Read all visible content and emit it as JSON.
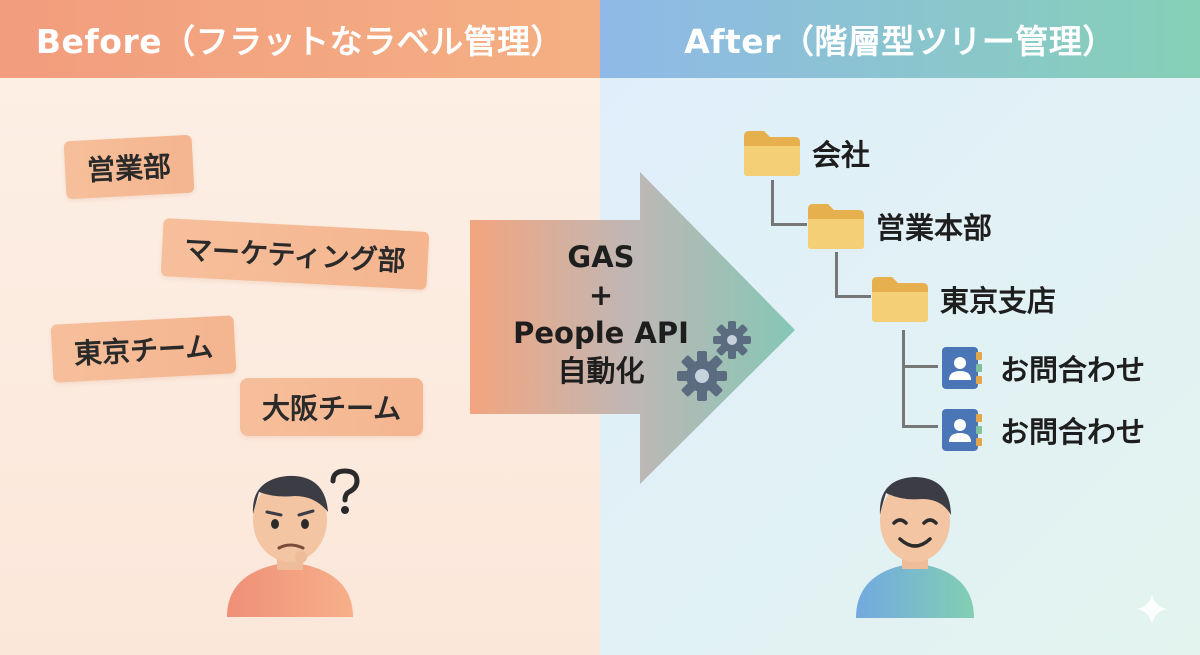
{
  "header": {
    "before_title": "Before（フラットなラベル管理）",
    "after_title": "After（階層型ツリー管理）"
  },
  "before": {
    "tags": [
      "営業部",
      "マーケティング部",
      "東京チーム",
      "大阪チーム"
    ]
  },
  "process": {
    "line1": "GAS",
    "line2": "+",
    "line3": "People API",
    "line4": "自動化"
  },
  "after": {
    "tree": {
      "root": "会社",
      "level1": "営業本部",
      "level2": "東京支店",
      "contacts": [
        "お問合わせ",
        "お問合わせ"
      ]
    }
  },
  "icons": {
    "folder": "folder-icon",
    "contact": "contact-book-icon",
    "gear": "gear-icon",
    "question": "question-mark-icon",
    "sparkle": "sparkle-icon"
  },
  "colors": {
    "before_header": "#f29d7e",
    "after_header": "#8fb9e8",
    "tag_fill": "#f6bf9b",
    "folder": "#f3c96a",
    "contact": "#4a76b8"
  }
}
